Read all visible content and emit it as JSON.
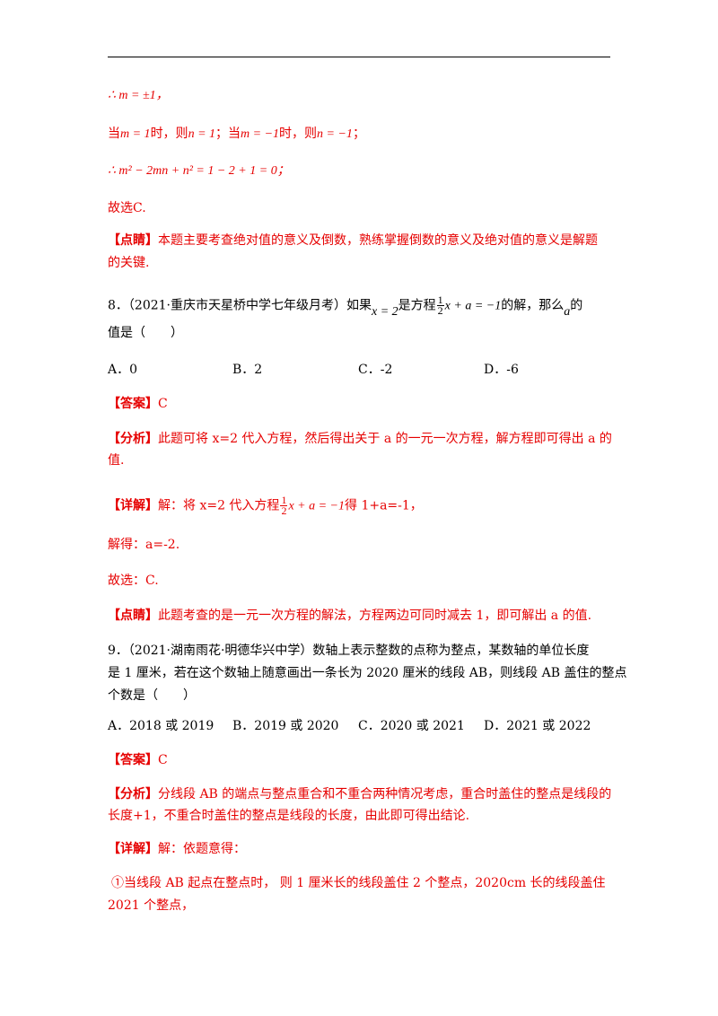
{
  "step_m": "∴ m = ±1，",
  "step_cases": {
    "p1": "当",
    "p2": "m = 1",
    "p3": "时，则",
    "p4": "n = 1",
    "p5": "；当",
    "p6": "m = −1",
    "p7": "时，则",
    "p8": "n = −1",
    "p9": "；"
  },
  "step_expr": "∴ m² − 2mn + n² = 1 − 2 + 1 = 0；",
  "choose_c": "故选C.",
  "q7_comment": {
    "tag": "【点睛】",
    "line1": "本题主要考查绝对值的意义及倒数，熟练掌握倒数的意义及绝对值的意义是解题",
    "line2": "的关键."
  },
  "q8": {
    "pre": "8．（2021·重庆市天星桥中学七年级月考）如果",
    "x_eq": "x = 2",
    "mid": "是方程",
    "frac_num": "1",
    "frac_den": "2",
    "eq_rest": "x + a = −1",
    "post": "的解，那么",
    "var_a": "a",
    "post2": "的",
    "line2": "值是（　　）",
    "options": [
      "A．0",
      "B．2",
      "C．-2",
      "D．-6"
    ],
    "answer_tag": "【答案】",
    "answer_val": "C",
    "analysis_tag": "【分析】",
    "analysis_l1": "此题可将 x=2 代入方程，然后得出关于 a 的一元一次方程，解方程即可得出 a 的",
    "analysis_l2": "值.",
    "detail_tag": "【详解】",
    "detail_pre": "解：将 x=2 代入方程",
    "detail_eq": "x + a = −1",
    "detail_post": "得 1+a=-1，",
    "solve": "解得：a=-2.",
    "choose": "故选：C.",
    "comment_tag": "【点睛】",
    "comment": "此题考查的是一元一次方程的解法，方程两边可同时减去 1，即可解出 a 的值."
  },
  "q9": {
    "line1": "9．（2021·湖南雨花·明德华兴中学）数轴上表示整数的点称为整点，某数轴的单位长度",
    "line2": "是 1 厘米，若在这个数轴上随意画出一条长为 2020 厘米的线段 AB，则线段 AB 盖住的整点",
    "line3": "个数是（　　）",
    "options": [
      "A．2018 或 2019",
      "B．2019 或 2020",
      "C．2020 或 2021",
      "D．2021 或 2022"
    ],
    "answer_tag": "【答案】",
    "answer_val": "C",
    "analysis_tag": "【分析】",
    "analysis_l1": "分线段 AB 的端点与整点重合和不重合两种情况考虑，重合时盖住的整点是线段的",
    "analysis_l2": "长度+1，不重合时盖住的整点是线段的长度，由此即可得出结论.",
    "detail_tag": "【详解】",
    "detail_text": "解：依题意得：",
    "case1_l1": "①当线段 AB 起点在整点时， 则 1 厘米长的线段盖住 2 个整点，2020cm 长的线段盖住",
    "case1_l2": "2021 个整点，"
  }
}
